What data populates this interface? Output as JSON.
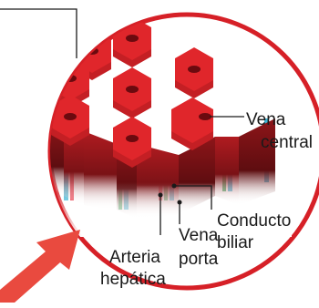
{
  "labels": {
    "vena_central": [
      "Vena",
      "central"
    ],
    "conducto_biliar": [
      "Conducto",
      "biliar"
    ],
    "arteria_hepatica": [
      "Arteria",
      "hepática"
    ],
    "vena_porta": [
      "Vena",
      "porta"
    ]
  },
  "colors": {
    "circle": "#d62027",
    "lobule_top": "#e0262b",
    "lobule_side_light": "#c41f24",
    "lobule_side_dark": "#8e1519",
    "nucleus": "#6b0a0f",
    "vein_blue": "#3cb4d4",
    "duct_green": "#39a85a",
    "artery_red": "#e8283a",
    "arrow": "#e94a3f",
    "leader": "#1a1a1a"
  },
  "icons": {
    "arrow": "orange-arrow-icon"
  }
}
